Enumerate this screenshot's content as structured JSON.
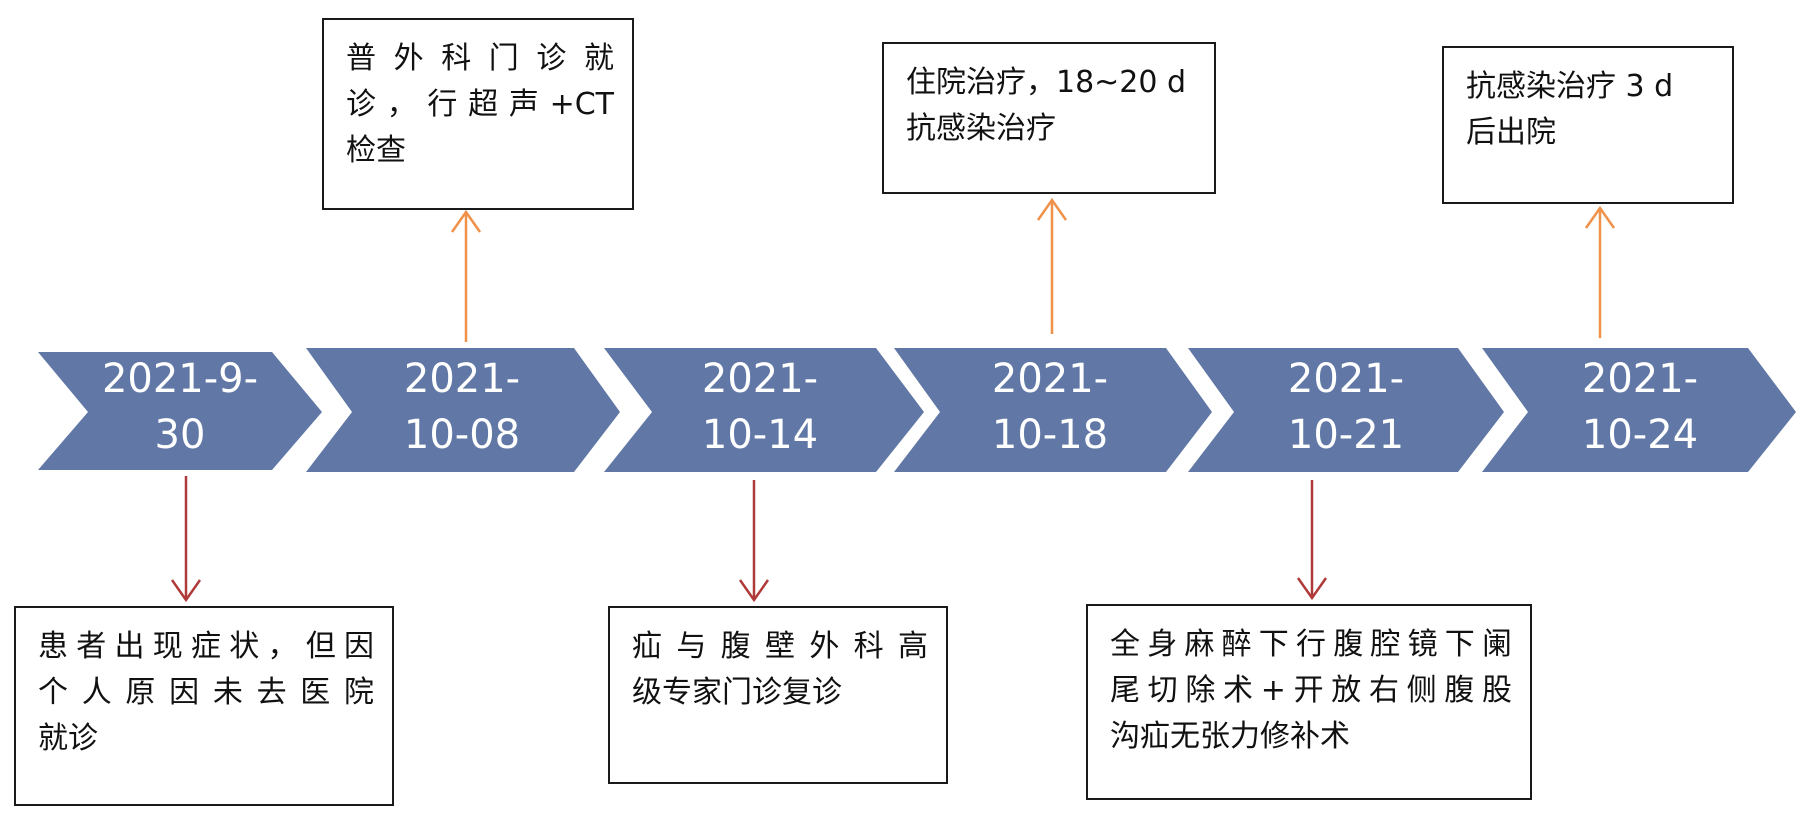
{
  "timeline": {
    "dates": [
      {
        "line1": "2021-9-",
        "line2": "30"
      },
      {
        "line1": "2021-",
        "line2": "10-08"
      },
      {
        "line1": "2021-",
        "line2": "10-14"
      },
      {
        "line1": "2021-",
        "line2": "10-18"
      },
      {
        "line1": "2021-",
        "line2": "10-21"
      },
      {
        "line1": "2021-",
        "line2": "10-24"
      }
    ]
  },
  "events_above": [
    {
      "lines": [
        "普外科门诊就",
        "诊，行超声+CT",
        "检查"
      ]
    },
    {
      "lines": [
        "住院治疗，18~20 d",
        "抗感染治疗"
      ]
    },
    {
      "lines": [
        "抗感染治疗 3 d",
        "后出院"
      ]
    }
  ],
  "events_below": [
    {
      "lines": [
        "患者出现症状，但因",
        "个人原因未去医院",
        "就诊"
      ]
    },
    {
      "lines": [
        "疝与腹壁外科高",
        "级专家门诊复诊"
      ]
    },
    {
      "lines": [
        "全身麻醉下行腹腔镜下阑",
        "尾切除术+开放右侧腹股",
        "沟疝无张力修补术"
      ]
    }
  ],
  "colors": {
    "chevron": "#6178a6",
    "arrow_up": "#f0914a",
    "arrow_down": "#b03a3a",
    "box_border": "#1a1a1a"
  }
}
